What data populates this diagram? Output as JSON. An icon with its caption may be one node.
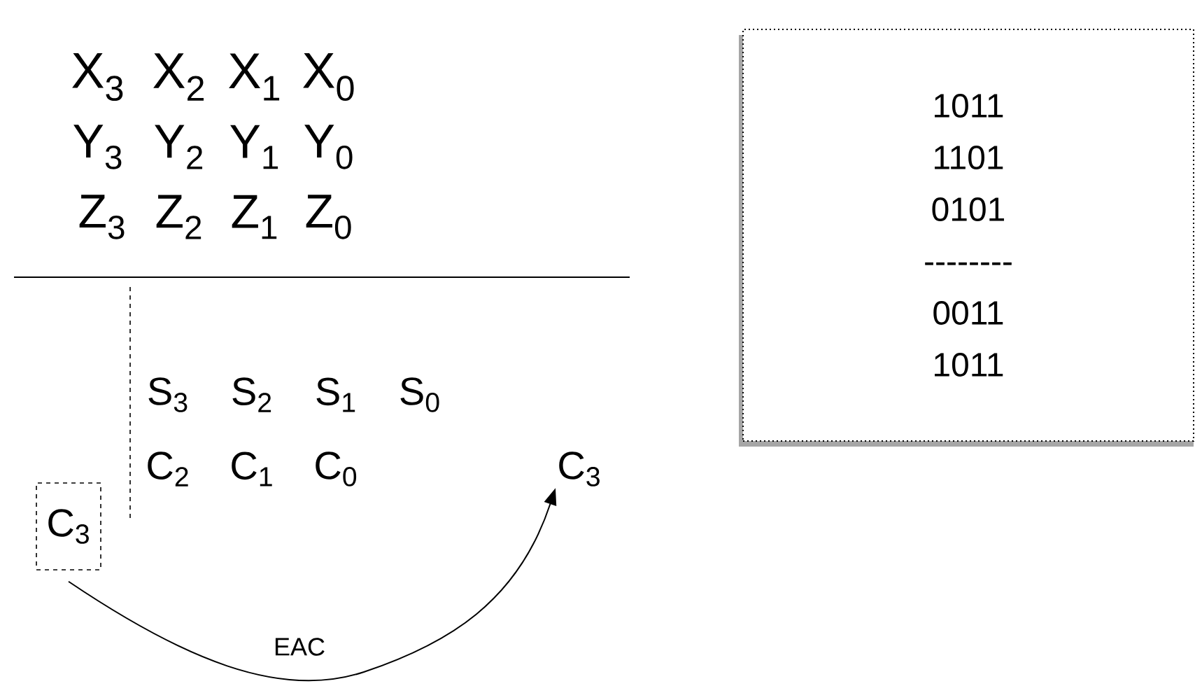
{
  "diagram": {
    "nodes": [
      {
        "text": [
          "C$_{3}$"
        ]
      },
      {
        "text": [
          "C$_{3}$"
        ]
      },
      {
        "text": [
          "1011",
          "1101",
          "0101",
          "--------",
          "0011",
          "1011"
        ]
      }
    ],
    "edges": [
      {
        "from": 0,
        "to": 1,
        "arrow": "to",
        "label": "EAC"
      }
    ],
    "labels": [
      "X$_{3}$",
      "X$_{2}$",
      "X$_{1}$",
      "X$_{0}$",
      "Y$_{3}$",
      "Y$_{2}$",
      "Y$_{1}$",
      "Y$_{0}$",
      "Z$_{3}$",
      "Z$_{2}$",
      "Z$_{1}$",
      "Z$_{0}$",
      "S$_{3}$",
      "S$_{2}$",
      "S$_{1}$",
      "S$_{0}$",
      "C$_{2}$",
      "C$_{1}$",
      "C$_{0}$"
    ]
  }
}
